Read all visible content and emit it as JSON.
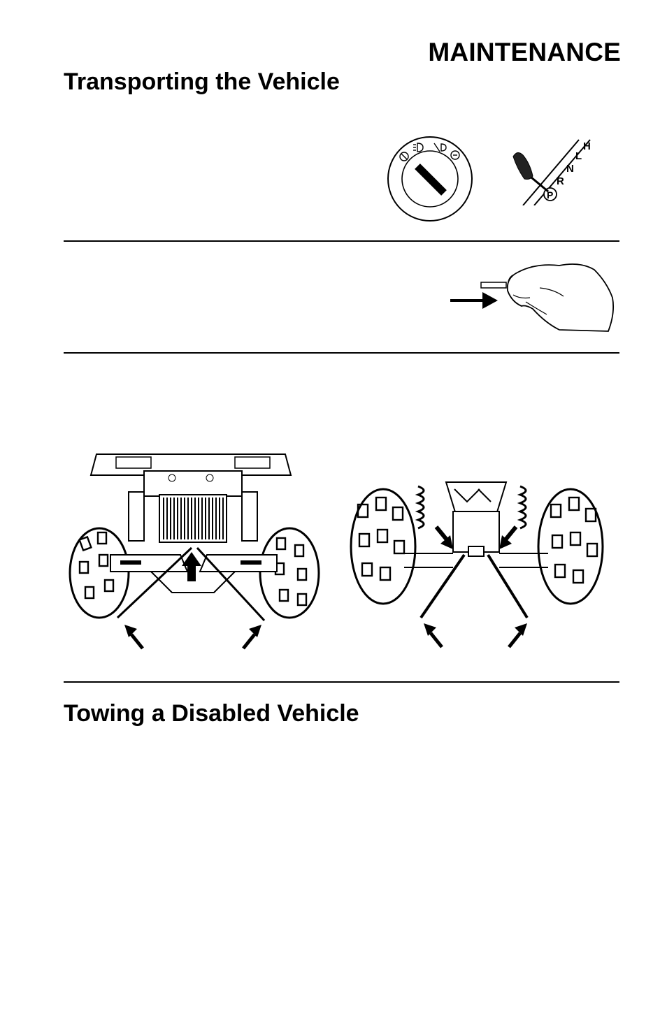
{
  "page": {
    "section_header": "MAINTENANCE",
    "title_transport": "Transporting the Vehicle",
    "title_towing": "Towing a Disabled Vehicle"
  },
  "figures": {
    "shift_gates": [
      "H",
      "L",
      "N",
      "R",
      "P"
    ],
    "strap_arrow_count": 4
  }
}
